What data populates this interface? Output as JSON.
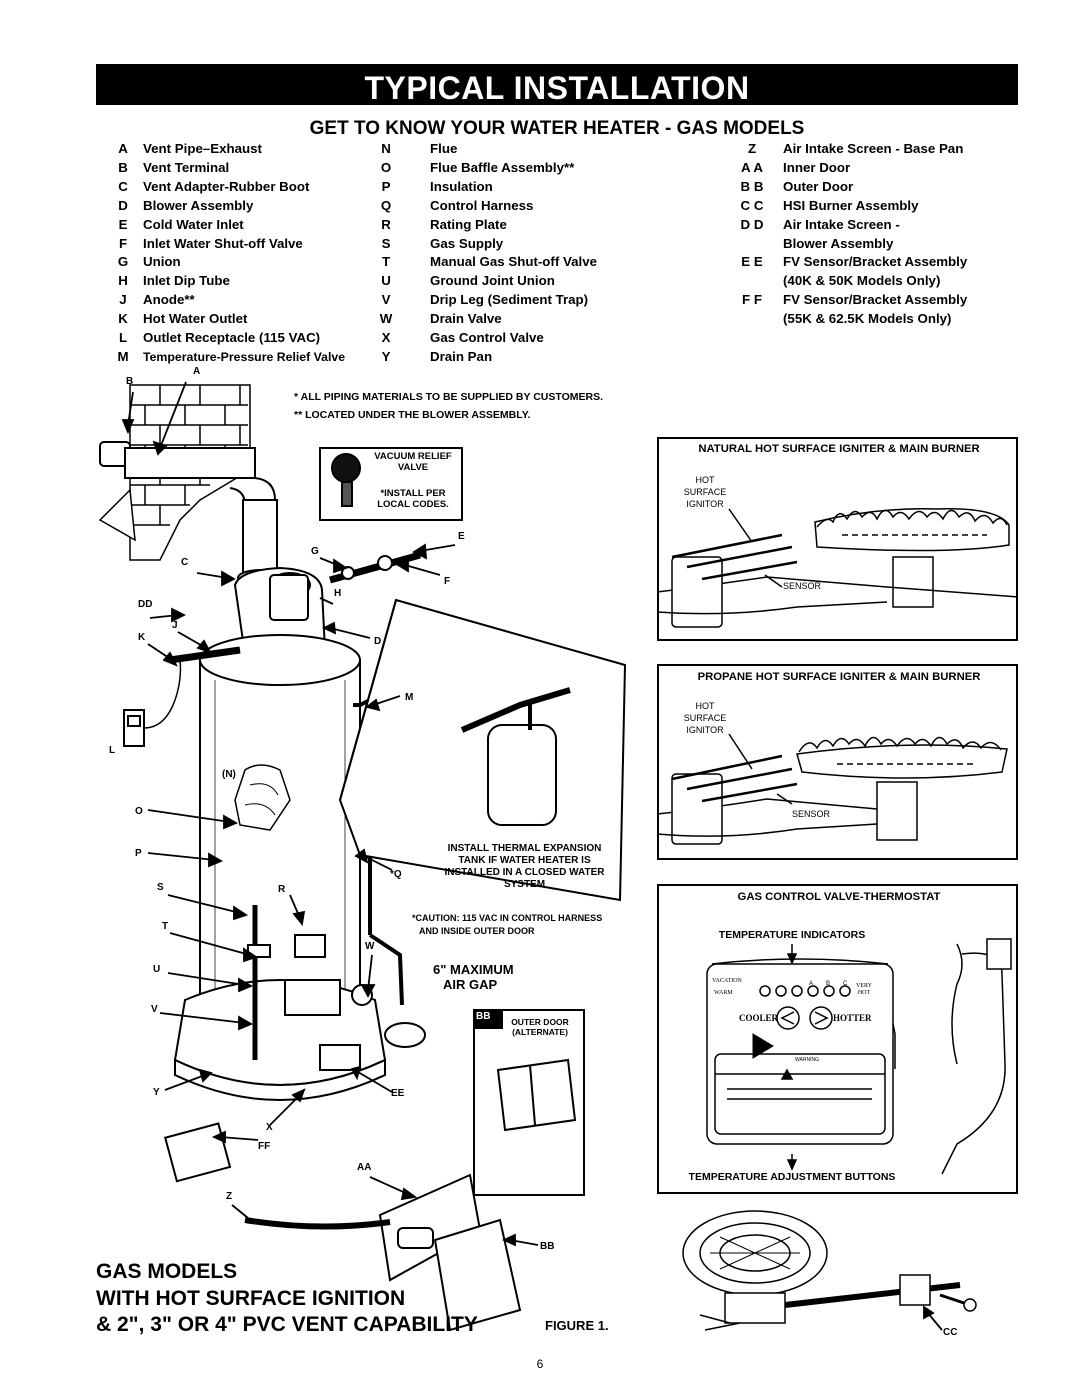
{
  "header": {
    "title": "TYPICAL INSTALLATION",
    "subtitle": "GET TO KNOW YOUR WATER HEATER - GAS MODELS"
  },
  "legend": {
    "col1": [
      {
        "code": "A",
        "label": "Vent Pipe–Exhaust"
      },
      {
        "code": "B",
        "label": "Vent Terminal"
      },
      {
        "code": "C",
        "label": "Vent Adapter-Rubber Boot"
      },
      {
        "code": "D",
        "label": "Blower Assembly"
      },
      {
        "code": "E",
        "label": "Cold Water Inlet"
      },
      {
        "code": "F",
        "label": "Inlet Water Shut-off Valve"
      },
      {
        "code": "G",
        "label": "Union"
      },
      {
        "code": "H",
        "label": "Inlet Dip Tube"
      },
      {
        "code": "J",
        "label": "Anode**"
      },
      {
        "code": "K",
        "label": "Hot Water Outlet"
      },
      {
        "code": "L",
        "label": "Outlet Receptacle (115 VAC)"
      },
      {
        "code": "M",
        "label": "Temperature-Pressure Relief Valve"
      }
    ],
    "col2": [
      {
        "code": "N",
        "label": "Flue"
      },
      {
        "code": "O",
        "label": "Flue Baffle Assembly**"
      },
      {
        "code": "P",
        "label": "Insulation"
      },
      {
        "code": "Q",
        "label": "Control Harness"
      },
      {
        "code": "R",
        "label": "Rating Plate"
      },
      {
        "code": "S",
        "label": "Gas Supply"
      },
      {
        "code": "T",
        "label": "Manual Gas Shut-off Valve"
      },
      {
        "code": "U",
        "label": "Ground Joint Union"
      },
      {
        "code": "V",
        "label": "Drip Leg (Sediment Trap)"
      },
      {
        "code": "W",
        "label": "Drain Valve"
      },
      {
        "code": "X",
        "label": "Gas Control Valve"
      },
      {
        "code": "Y",
        "label": "Drain Pan"
      }
    ],
    "col3": [
      {
        "code": "Z",
        "label": "Air Intake Screen - Base Pan"
      },
      {
        "code": "A A",
        "label": "Inner Door"
      },
      {
        "code": "B B",
        "label": "Outer Door"
      },
      {
        "code": "C C",
        "label": "HSI Burner Assembly"
      },
      {
        "code": "D D",
        "label": "Air Intake Screen -"
      },
      {
        "code": "",
        "label": "Blower Assembly"
      },
      {
        "code": "E E",
        "label": "FV Sensor/Bracket Assembly"
      },
      {
        "code": "",
        "label": "(40K & 50K Models Only)"
      },
      {
        "code": "F F",
        "label": "FV Sensor/Bracket Assembly"
      },
      {
        "code": "",
        "label": "(55K & 62.5K Models Only)"
      }
    ]
  },
  "notes": {
    "piping": "*  ALL PIPING MATERIALS TO BE SUPPLIED BY CUSTOMERS.",
    "located": "** LOCATED UNDER THE BLOWER ASSEMBLY.",
    "caution_1": "*CAUTION:  115 VAC IN CONTROL HARNESS",
    "caution_2": "AND INSIDE OUTER DOOR"
  },
  "diagram": {
    "vacuum_relief": [
      "VACUUM RELIEF",
      "VALVE"
    ],
    "install_per": [
      "*INSTALL PER",
      "LOCAL CODES."
    ],
    "thermal_expansion": [
      "INSTALL THERMAL EXPANSION",
      "TANK IF WATER HEATER IS",
      "INSTALLED IN A CLOSED WATER",
      "SYSTEM"
    ],
    "air_gap": [
      "6\" MAXIMUM",
      "AIR GAP"
    ],
    "outer_door_code": "BB",
    "outer_door_alt": [
      "OUTER DOOR",
      "(ALTERNATE)"
    ],
    "callouts": [
      "A",
      "B",
      "C",
      "DD",
      "K",
      "J",
      "L",
      "G",
      "E",
      "F",
      "H",
      "D",
      "M",
      "(N)",
      "O",
      "P",
      "*Q",
      "S",
      "R",
      "T",
      "W",
      "U",
      "V",
      "Y",
      "EE",
      "X",
      "FF",
      "AA",
      "Z",
      "BB",
      "CC"
    ]
  },
  "panels": {
    "natural": {
      "title": "NATURAL HOT SURFACE IGNITER & MAIN BURNER",
      "igniter": [
        "HOT",
        "SURFACE",
        "IGNITOR"
      ],
      "sensor": "SENSOR"
    },
    "propane": {
      "title": "PROPANE HOT SURFACE IGNITER & MAIN BURNER",
      "igniter": [
        "HOT",
        "SURFACE",
        "IGNITOR"
      ],
      "sensor": "SENSOR"
    },
    "control": {
      "title": "GAS CONTROL VALVE-THERMOSTAT",
      "indicators": "TEMPERATURE INDICATORS",
      "buttons": "TEMPERATURE ADJUSTMENT BUTTONS",
      "vacation": "VACATION",
      "warm": "WARM",
      "very_hot": [
        "VERY",
        "HOT"
      ],
      "letters": [
        "A",
        "B",
        "C"
      ],
      "cooler": "COOLER",
      "hotter": "HOTTER",
      "warning": "WARNING"
    }
  },
  "footer": {
    "line1": "GAS MODELS",
    "line2": "WITH HOT SURFACE IGNITION",
    "line3": "& 2\", 3\" OR 4\" PVC VENT CAPABILITY",
    "figure": "FIGURE 1.",
    "page": "6"
  }
}
